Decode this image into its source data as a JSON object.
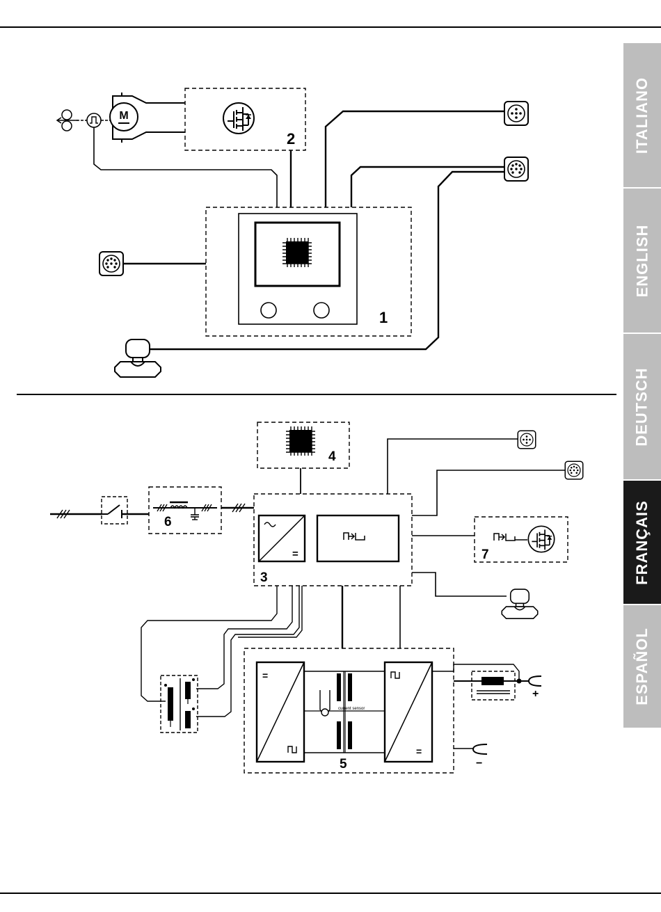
{
  "languages": [
    {
      "label": "ITALIANO",
      "active": false
    },
    {
      "label": "ENGLISH",
      "active": false
    },
    {
      "label": "DEUTSCH",
      "active": false
    },
    {
      "label": "FRANÇAIS",
      "active": true
    },
    {
      "label": "ESPAÑOL",
      "active": false
    }
  ],
  "colors": {
    "active_tab": "#1a1a1a",
    "inactive_tab": "#bdbdbd",
    "ink": "#000000"
  },
  "top_diagram": {
    "labels": {
      "control_panel": "1",
      "motor_driver": "2"
    },
    "motor_symbol": "M"
  },
  "bottom_diagram": {
    "labels": {
      "inverter": "3",
      "microcontroller": "4",
      "output_stage": "5",
      "filter": "6",
      "gas_driver": "7"
    },
    "current_sensor_label": "current sensor",
    "polarity_plus": "+",
    "polarity_minus": "−",
    "dc_symbol": "=",
    "ac_symbol": "~"
  }
}
